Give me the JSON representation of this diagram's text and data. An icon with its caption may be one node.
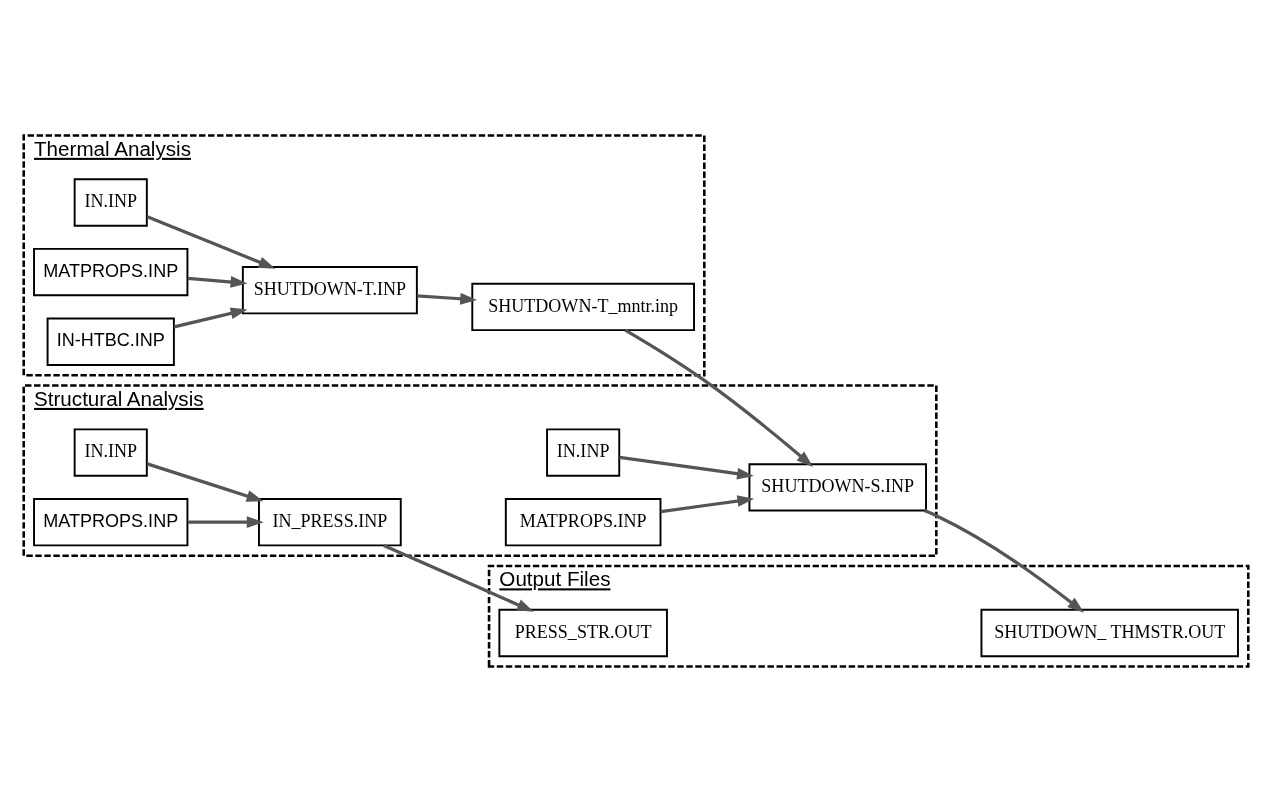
{
  "diagram": {
    "nodes": [
      {
        "text": [
          "Thermal Analysis"
        ]
      },
      {
        "text": [
          "Structural Analysis"
        ]
      },
      {
        "text": [
          "Output Files"
        ]
      },
      {
        "text": [
          "IN.INP"
        ],
        "in": 0
      },
      {
        "text": [
          "MATPROPS.INP"
        ],
        "in": 0
      },
      {
        "text": [
          "IN-HTBC.INP"
        ],
        "in": 0
      },
      {
        "text": [
          "SHUTDOWN-T.INP"
        ],
        "in": 0
      },
      {
        "text": [
          "SHUTDOWN-T_mntr.inp"
        ],
        "in": 0
      },
      {
        "text": [
          "IN.INP"
        ],
        "in": 1
      },
      {
        "text": [
          "MATPROPS.INP"
        ],
        "in": 1
      },
      {
        "text": [
          "SHUTDOWN-S.INP"
        ],
        "in": 1
      },
      {
        "text": [
          "IN.INP"
        ],
        "in": 1
      },
      {
        "text": [
          "MATPROPS.INP"
        ],
        "in": 1
      },
      {
        "text": [
          "IN_PRESS.INP"
        ],
        "in": 1
      },
      {
        "text": [
          "SHUTDOWN_ THMSTR.OUT"
        ],
        "in": 2
      },
      {
        "text": [
          "PRESS_STR.OUT"
        ],
        "in": 2
      }
    ],
    "edges": [
      {
        "from": 3,
        "to": 6,
        "arrow": "to"
      },
      {
        "from": 4,
        "to": 6,
        "arrow": "to"
      },
      {
        "from": 5,
        "to": 6,
        "arrow": "to"
      },
      {
        "from": 6,
        "to": 7,
        "arrow": "to"
      },
      {
        "from": 7,
        "to": 10,
        "arrow": "to"
      },
      {
        "from": 8,
        "to": 10,
        "arrow": "to"
      },
      {
        "from": 9,
        "to": 10,
        "arrow": "to"
      },
      {
        "from": 11,
        "to": 13,
        "arrow": "to"
      },
      {
        "from": 12,
        "to": 13,
        "arrow": "to"
      },
      {
        "from": 10,
        "to": 14,
        "arrow": "to"
      },
      {
        "from": 13,
        "to": 15,
        "arrow": "to"
      }
    ]
  }
}
